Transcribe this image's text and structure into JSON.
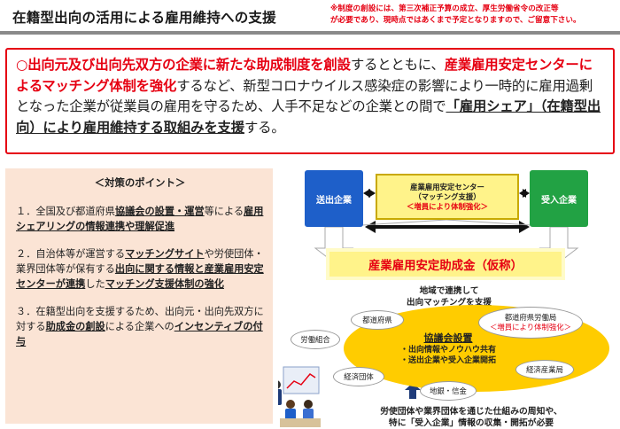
{
  "header": {
    "title": "在籍型出向の活用による雇用維持への支援",
    "notice_line1": "※制度の創設には、第三次補正予算の成立、厚生労働省令の改正等",
    "notice_line2": "が必要であり、現時点ではあくまで予定となりますので、ご留意下さい。"
  },
  "summary": {
    "bullet": "○",
    "s1": "出向元及び出向先双方の企業に新たな助成制度を創設",
    "s2": "するとともに、",
    "s3": "産業雇用安定センターによるマッチング体制を強化",
    "s4": "するなど、新型コロナウイルス感染症の影響により一時的に雇用過剰となった企業が従業員の雇用を守るため、人手不足などの企業との間で",
    "s5": "「雇用シェア」（在籍型出向）により雇用維持する取組みを支援",
    "s6": "する。"
  },
  "points": {
    "heading": "＜対策のポイント＞",
    "p1_a": "１．全国及び都道府県",
    "p1_b": "協議会の設置・運営",
    "p1_c": "等による",
    "p1_d": "雇用シェアリングの情報連携や理解促進",
    "p2_a": "２．自治体等が運営する",
    "p2_b": "マッチングサイト",
    "p2_c": "や労使団体・業界団体等が保有する",
    "p2_d": "出向に関する情報と産業雇用安定センターが連携",
    "p2_e": "した",
    "p2_f": "マッチング支援体制の強化",
    "p3_a": "３．在籍型出向を支援するため、出向元・出向先双方に対する",
    "p3_b": "助成金の創設",
    "p3_c": "による企業への",
    "p3_d": "インセンティブの付与"
  },
  "diagram": {
    "sender": "送出企業",
    "receiver": "受入企業",
    "center_l1": "産業雇用安定センター",
    "center_l2": "（マッチング支援）",
    "center_l3": "＜増員により体制強化＞",
    "subsidy": "産業雇用安定助成金（仮称）",
    "region_l1": "地域で連携して",
    "region_l2": "出向マッチングを支援",
    "council_head": "協議会設置",
    "council_l1": "・出向情報やノウハウ共有",
    "council_l2": "・送出企業や受入企業開拓",
    "pref": "都道府県",
    "labor_union": "労働組合",
    "labor_bureau": "都道府県労働局",
    "labor_bureau_note": "＜増員により体制強化＞",
    "econ_org": "経済団体",
    "econ_bureau": "経済産業局",
    "bank": "地銀・信金",
    "bottom_l1": "労使団体や業界団体を通じた仕組みの周知や、",
    "bottom_l2": "特に「受入企業」情報の収集・開拓が必要"
  },
  "colors": {
    "accent_red": "#e60012",
    "sender_blue": "#1e5fc9",
    "receiver_green": "#22a244",
    "subsidy_yellow": "#fff38a",
    "council_gold": "#ffcc00",
    "points_bg": "#fbe4d5"
  }
}
